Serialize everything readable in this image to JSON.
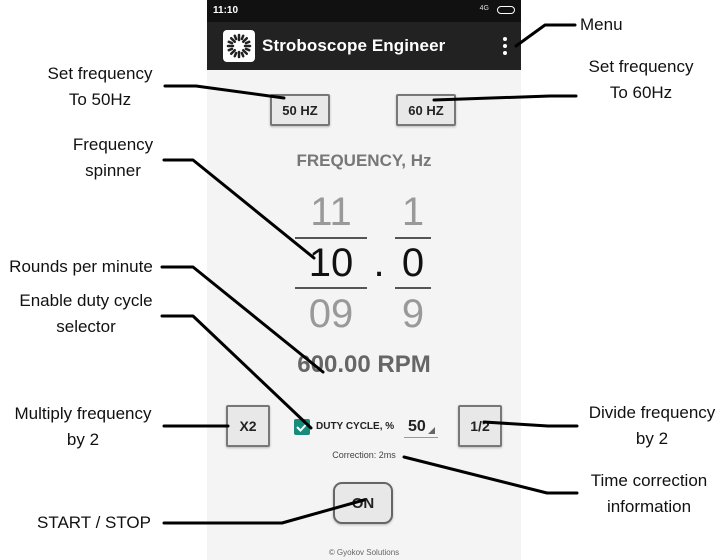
{
  "status_bar": {
    "time": "11:10",
    "signal": "4G"
  },
  "app_bar": {
    "title": "Stroboscope Engineer",
    "menu_icon": "more-vert-icon"
  },
  "buttons": {
    "hz50": "50 HZ",
    "hz60": "60 HZ",
    "x2": "X2",
    "half": "1/2",
    "on": "ON"
  },
  "frequency": {
    "label": "FREQUENCY, Hz",
    "integer": {
      "above": "11",
      "value": "10",
      "below": "09"
    },
    "separator": ".",
    "fraction": {
      "above": "1",
      "value": "0",
      "below": "9"
    }
  },
  "rpm": "600.00 RPM",
  "duty_cycle": {
    "label": "DUTY CYCLE, %",
    "checked": true,
    "value": "50"
  },
  "correction": "Correction: 2ms",
  "footer": "© Gyokov Solutions",
  "annotations": {
    "menu": "Menu",
    "set50": "Set frequency\nTo 50Hz",
    "set60": "Set frequency\nTo 60Hz",
    "spinner": "Frequency\nspinner",
    "rpm": "Rounds per minute",
    "duty": "Enable duty cycle\nselector",
    "multiply": "Multiply frequency\nby 2",
    "divide": "Divide frequency\nby 2",
    "time_correction": "Time correction\ninformation",
    "start_stop": "START / STOP"
  },
  "colors": {
    "app_bar": "#222222",
    "checkbox": "#1a8a7a",
    "background": "#f4f4f4"
  }
}
